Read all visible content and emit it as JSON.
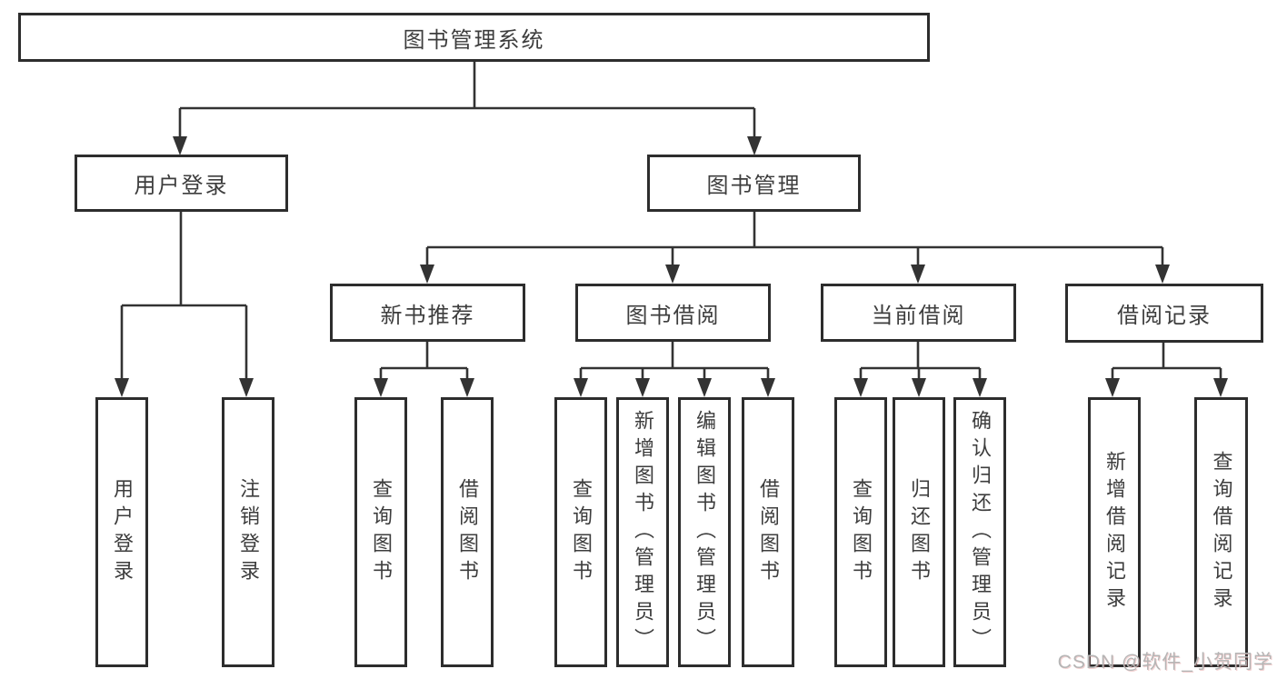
{
  "diagram": {
    "title": "图书管理系统",
    "level1": {
      "user_login": "用户登录",
      "book_management": "图书管理"
    },
    "level2": {
      "new_book_recommend": "新书推荐",
      "book_borrow": "图书借阅",
      "current_borrow": "当前借阅",
      "borrow_records": "借阅记录"
    },
    "leaves": {
      "user_login": "用户登录",
      "logout": "注销登录",
      "recommend_query_books": "查询图书",
      "recommend_borrow_books": "借阅图书",
      "borrow_query_books": "查询图书",
      "borrow_add_books_admin": "新增图书（管理员）",
      "borrow_edit_books_admin": "编辑图书（管理员）",
      "borrow_borrow_books": "借阅图书",
      "current_query_books": "查询图书",
      "current_return_books": "归还图书",
      "current_confirm_return_admin": "确认归还（管理员）",
      "records_add_record": "新增借阅记录",
      "records_query_record": "查询借阅记录"
    },
    "watermark": "CSDN @软件_小贺同学"
  },
  "colors": {
    "line": "#333333",
    "box_border": "#2d2d2d",
    "text": "#3d3d3d",
    "watermark": "#b5b5b5",
    "background": "#ffffff"
  }
}
